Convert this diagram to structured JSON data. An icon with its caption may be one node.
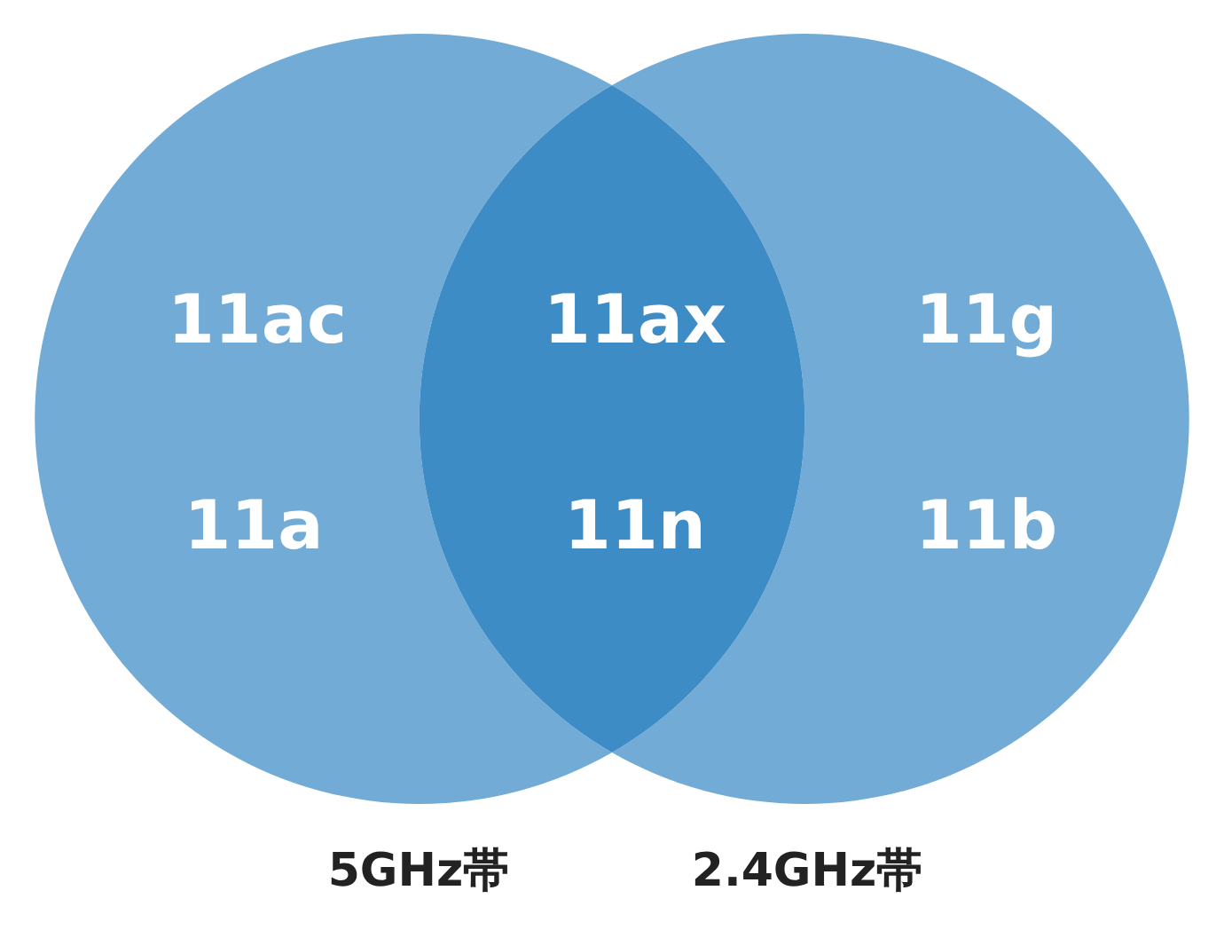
{
  "diagram": {
    "nodes": [
      {
        "text": [],
        "shape": "circle",
        "beside": [
          "5GHz帯"
        ]
      },
      {
        "text": [],
        "shape": "circle",
        "beside": [
          "2.4GHz帯"
        ]
      }
    ],
    "labels": [
      "11ac",
      "11ax",
      "11g",
      "11a",
      "11n",
      "11b"
    ]
  }
}
